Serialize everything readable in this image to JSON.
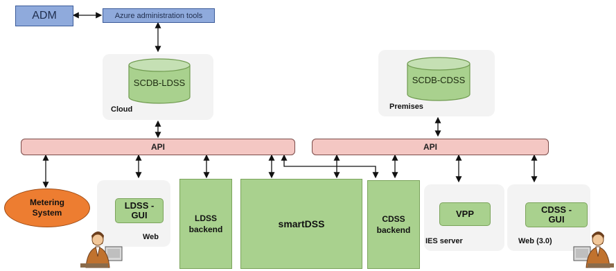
{
  "top": {
    "adm": "ADM",
    "azure_tools": "Azure administration tools"
  },
  "databases": {
    "ldss": {
      "name": "SCDB-LDSS",
      "location": "Cloud"
    },
    "cdss": {
      "name": "SCDB-CDSS",
      "location": "Premises"
    }
  },
  "api_left": "API",
  "api_right": "API",
  "components": {
    "metering": "Metering System",
    "ldss_gui": "LDSS - GUI",
    "ldss_gui_context": "Web",
    "ldss_backend": "LDSS backend",
    "smartdss": "smartDSS",
    "cdss_backend": "CDSS backend",
    "vpp": "VPP",
    "vpp_context": "IES server",
    "cdss_gui": "CDSS - GUI",
    "cdss_gui_context": "Web (3.0)"
  },
  "colors": {
    "blue": "#8faadc",
    "pink": "#f4c7c3",
    "green": "#a9d18e",
    "orange": "#ed7d31"
  },
  "icons": [
    "user-at-computer-icon"
  ]
}
